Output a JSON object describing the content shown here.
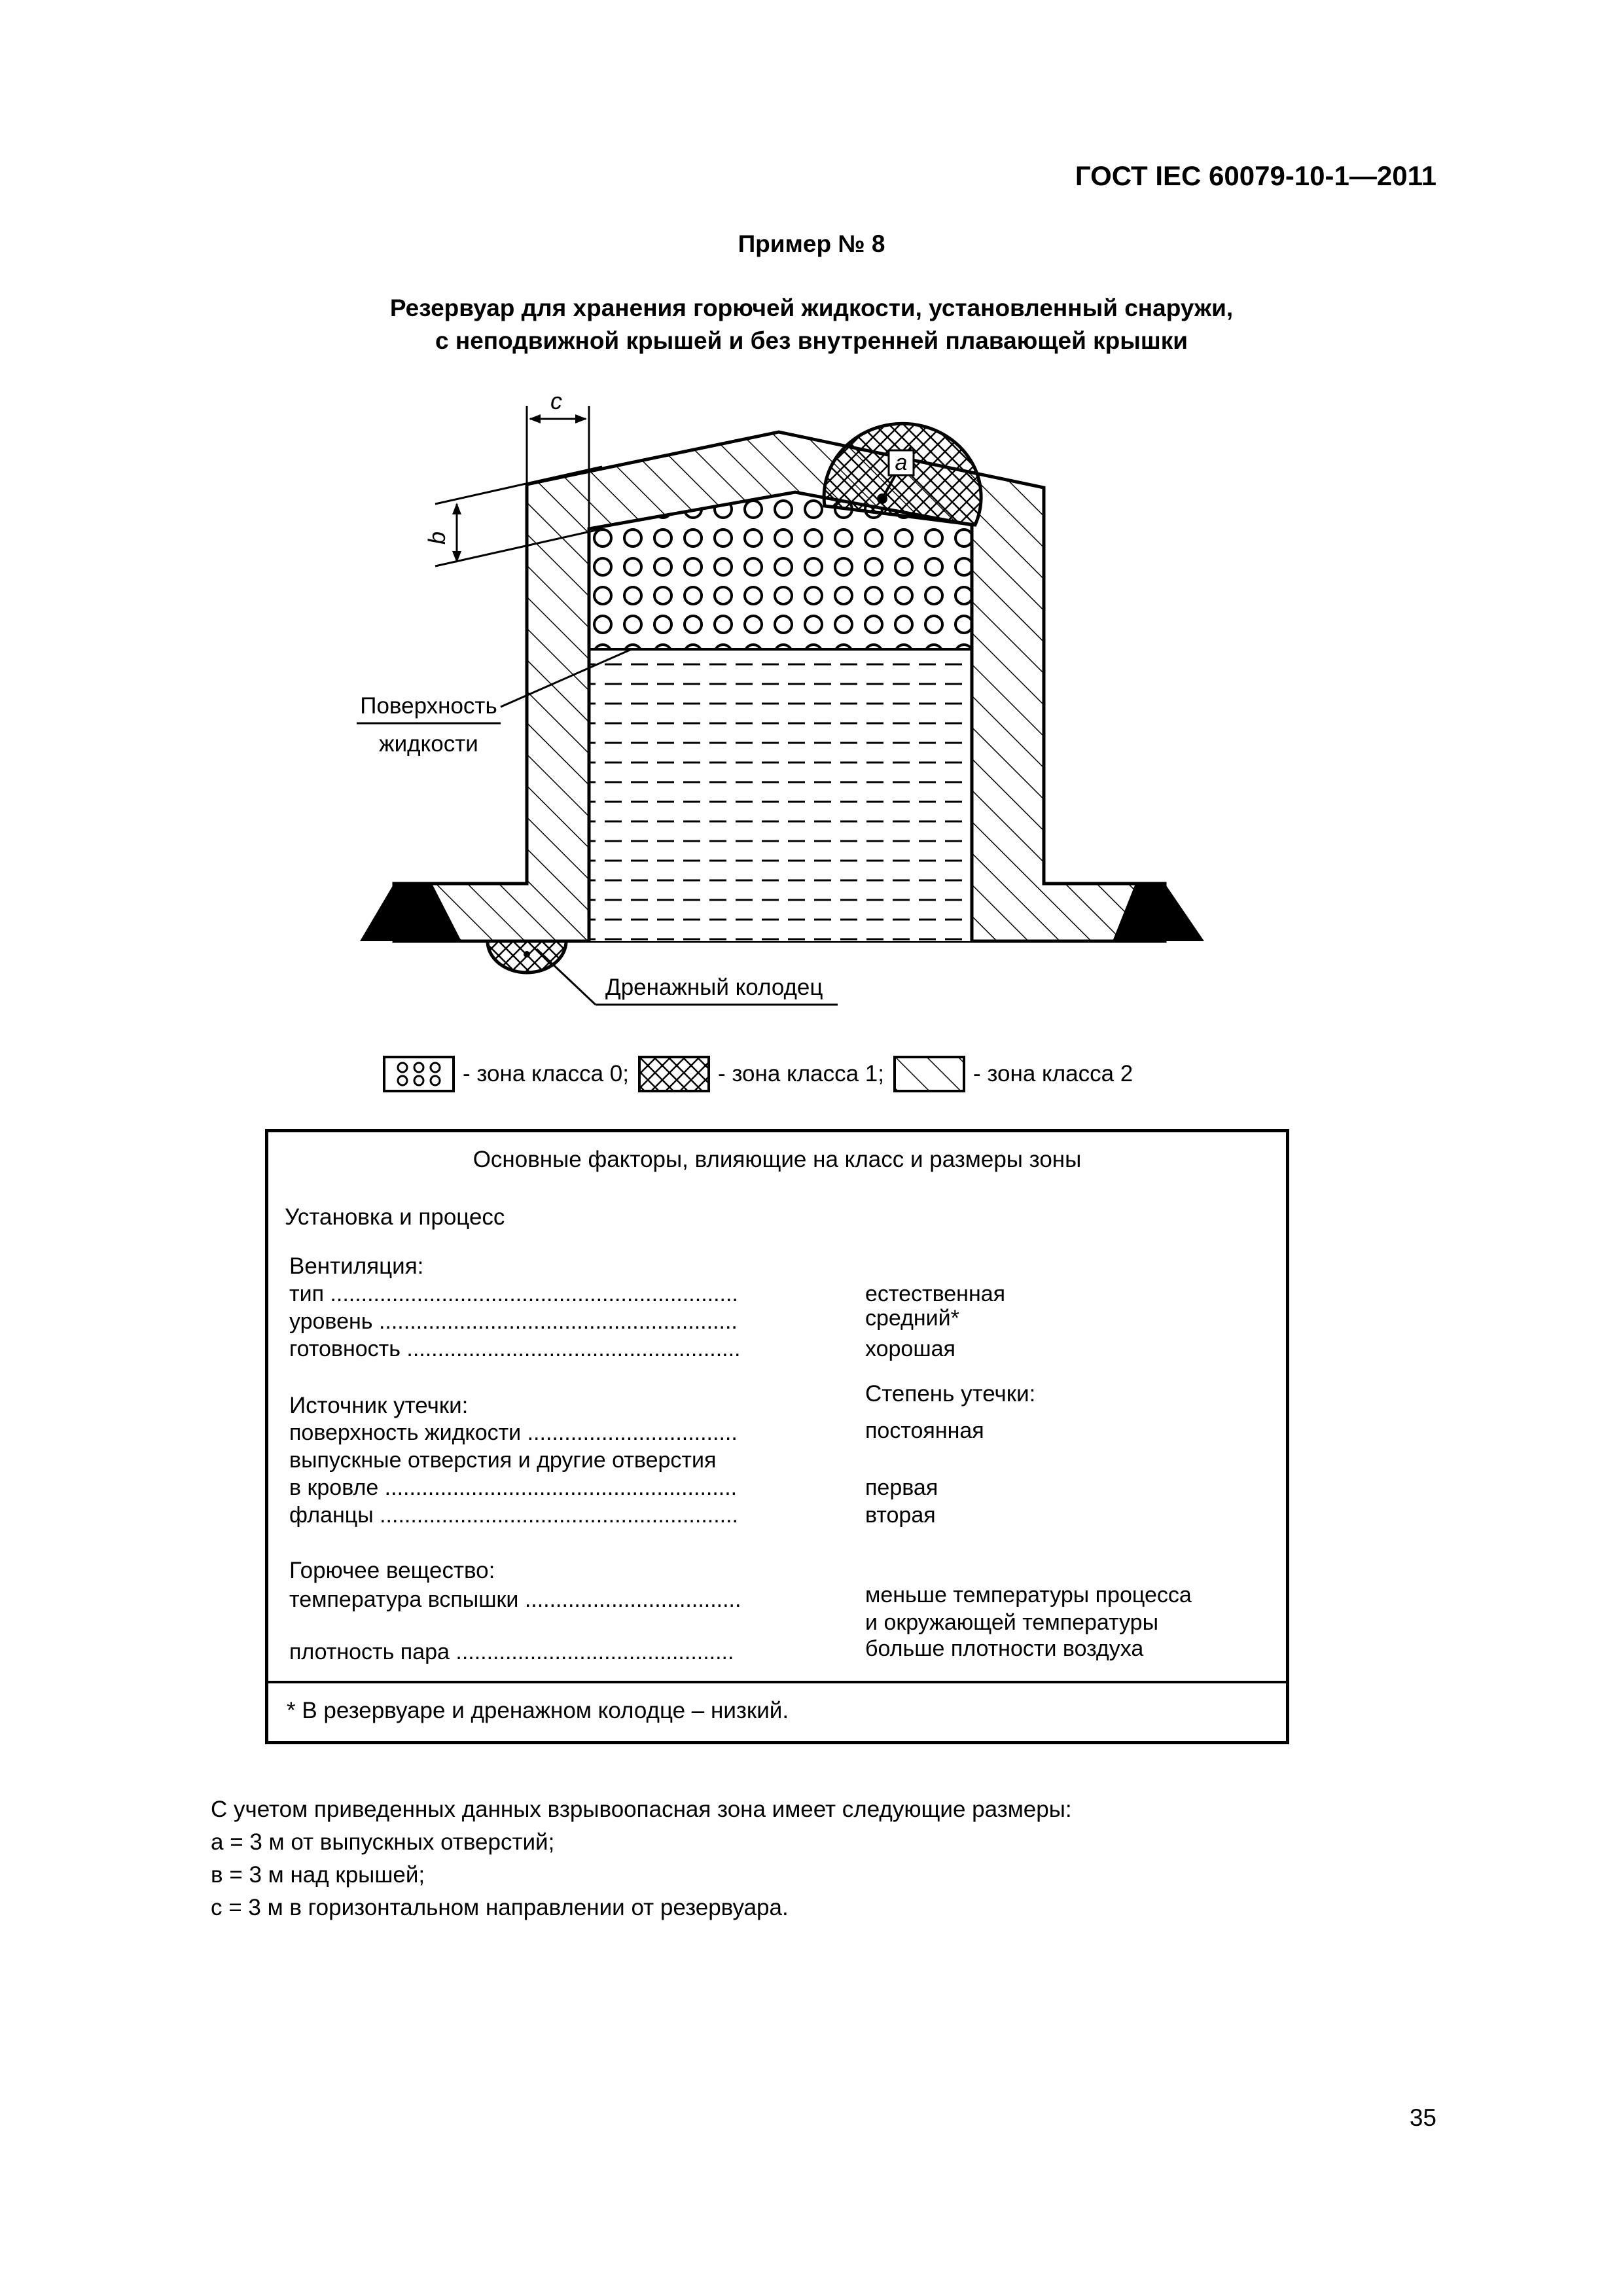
{
  "header": {
    "standard": "ГОСТ IEC 60079-10-1—2011"
  },
  "example_label": "Пример № 8",
  "title": {
    "line1": "Резервуар для хранения горючей жидкости, установленный снаружи,",
    "line2": "с неподвижной крышей и без внутренней плавающей крышки"
  },
  "figure": {
    "dim_c": "c",
    "dim_b": "b",
    "dim_a": "a",
    "surface_label_line1": "Поверхность",
    "surface_label_line2": "жидкости",
    "drain_label": "Дренажный колодец"
  },
  "legend": {
    "zone0": "- зона класса 0;",
    "zone1": "- зона класса 1;",
    "zone2": "- зона класса 2"
  },
  "factors": {
    "title": "Основные факторы, влияющие на класс и размеры зоны",
    "installation": "Установка и процесс",
    "ventilation_heading": "Вентиляция:",
    "ventilation": [
      {
        "label": "тип ..................................................................",
        "value": "естественная"
      },
      {
        "label": "уровень ..........................................................",
        "value": "средний*"
      },
      {
        "label": "готовность ......................................................",
        "value": "хорошая"
      }
    ],
    "source_heading": "Источник утечки:",
    "degree_heading": "Степень утечки:",
    "sources": [
      {
        "label": "поверхность жидкости ..................................",
        "value": "постоянная"
      },
      {
        "label": "выпускные отверстия и другие отверстия",
        "value": ""
      },
      {
        "label": "в кровле .........................................................",
        "value": "первая"
      },
      {
        "label": "фланцы ..........................................................",
        "value": "вторая"
      }
    ],
    "substance_heading": "Горючее вещество:",
    "flash_label": "температура вспышки ...................................",
    "flash_value_1": "меньше температуры процесса",
    "flash_value_2": "и окружающей температуры",
    "density_label": "плотность пара .............................................",
    "density_value": "больше плотности воздуха",
    "footnote": "* В резервуаре и дренажном колодце – низкий."
  },
  "conclusion": {
    "intro": "С учетом приведенных данных взрывоопасная зона имеет следующие размеры:",
    "lines": [
      "а = 3 м от выпускных отверстий;",
      "в = 3 м над крышей;",
      "с = 3 м в горизонтальном направлении от резервуара."
    ]
  },
  "page_number": "35"
}
